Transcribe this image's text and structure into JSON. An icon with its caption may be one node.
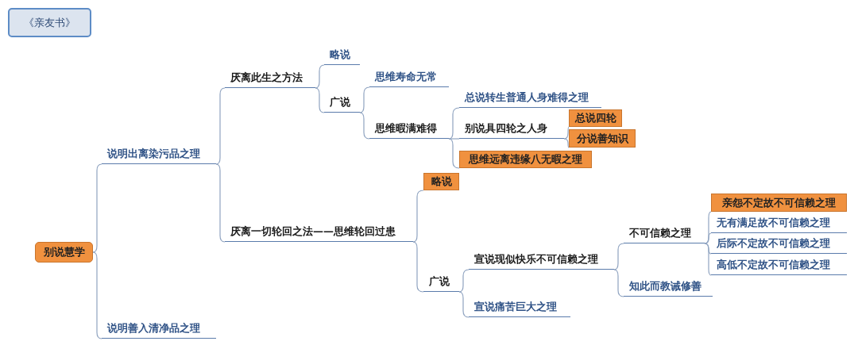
{
  "diagram": {
    "title": "《亲友书》",
    "nodes": [
      {
        "text": [
          "别说慧学"
        ]
      },
      {
        "text": [
          "说明出离染污品之理"
        ]
      },
      {
        "text": [
          "说明善入清净品之理"
        ]
      },
      {
        "text": [
          "厌离此生之方法"
        ]
      },
      {
        "text": [
          "厌离一切轮回之法——思维轮回过患"
        ]
      },
      {
        "text": [
          "略说"
        ]
      },
      {
        "text": [
          "广说"
        ]
      },
      {
        "text": [
          "思维寿命无常"
        ]
      },
      {
        "text": [
          "思维暇满难得"
        ]
      },
      {
        "text": [
          "总说转生普通人身难得之理"
        ]
      },
      {
        "text": [
          "别说具四轮之人身"
        ]
      },
      {
        "text": [
          "总说四轮"
        ]
      },
      {
        "text": [
          "分说善知识"
        ]
      },
      {
        "text": [
          "思维远离违缘八无暇之理"
        ]
      },
      {
        "text": [
          "略说"
        ]
      },
      {
        "text": [
          "广说"
        ]
      },
      {
        "text": [
          "宣说现似快乐不可信赖之理"
        ]
      },
      {
        "text": [
          "宣说痛苦巨大之理"
        ]
      },
      {
        "text": [
          "不可信赖之理"
        ]
      },
      {
        "text": [
          "知此而教诫修善"
        ]
      },
      {
        "text": [
          "亲怨不定故不可信赖之理"
        ]
      },
      {
        "text": [
          "无有满足故不可信赖之理"
        ]
      },
      {
        "text": [
          "后际不定故不可信赖之理"
        ]
      },
      {
        "text": [
          "高低不定故不可信赖之理"
        ]
      }
    ],
    "edges": [
      {
        "from": 0,
        "to": 1,
        "arrow": "none"
      },
      {
        "from": 0,
        "to": 2,
        "arrow": "none"
      },
      {
        "from": 1,
        "to": 3,
        "arrow": "none"
      },
      {
        "from": 1,
        "to": 4,
        "arrow": "none"
      },
      {
        "from": 3,
        "to": 5,
        "arrow": "none"
      },
      {
        "from": 3,
        "to": 6,
        "arrow": "none"
      },
      {
        "from": 6,
        "to": 7,
        "arrow": "none"
      },
      {
        "from": 6,
        "to": 8,
        "arrow": "none"
      },
      {
        "from": 8,
        "to": 9,
        "arrow": "none"
      },
      {
        "from": 8,
        "to": 10,
        "arrow": "none"
      },
      {
        "from": 10,
        "to": 11,
        "arrow": "none"
      },
      {
        "from": 10,
        "to": 12,
        "arrow": "none"
      },
      {
        "from": 8,
        "to": 13,
        "arrow": "none"
      },
      {
        "from": 4,
        "to": 14,
        "arrow": "none"
      },
      {
        "from": 4,
        "to": 15,
        "arrow": "none"
      },
      {
        "from": 15,
        "to": 16,
        "arrow": "none"
      },
      {
        "from": 15,
        "to": 17,
        "arrow": "none"
      },
      {
        "from": 16,
        "to": 18,
        "arrow": "none"
      },
      {
        "from": 16,
        "to": 19,
        "arrow": "none"
      },
      {
        "from": 18,
        "to": 20,
        "arrow": "none"
      },
      {
        "from": 18,
        "to": 21,
        "arrow": "none"
      },
      {
        "from": 18,
        "to": 22,
        "arrow": "none"
      },
      {
        "from": 18,
        "to": 23,
        "arrow": "none"
      }
    ]
  }
}
